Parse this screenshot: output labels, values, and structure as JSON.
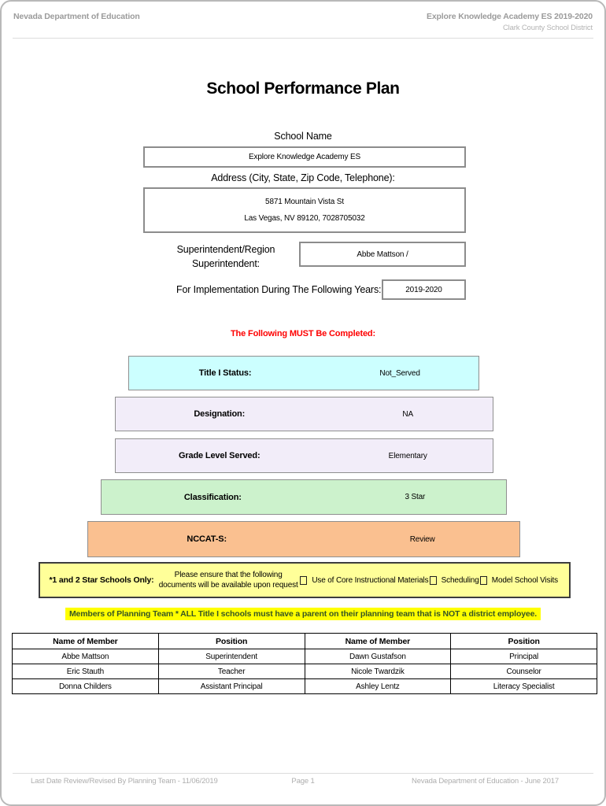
{
  "header": {
    "left": "Nevada Department of Education",
    "right_line1": "Explore Knowledge Academy ES  2019-2020",
    "right_line2": "Clark County School District"
  },
  "title": "School Performance Plan",
  "school_name": {
    "label": "School Name",
    "value": "Explore Knowledge Academy ES"
  },
  "address": {
    "label": "Address (City, State, Zip Code, Telephone):",
    "line1": "5871 Mountain Vista St",
    "line2": "Las Vegas, NV  89120, 7028705032"
  },
  "superintendent": {
    "label_line1": "Superintendent/Region",
    "label_line2": "Superintendent:",
    "value": "Abbe Mattson /"
  },
  "implementation": {
    "label": "For Implementation During The Following Years:",
    "value": "2019-2020"
  },
  "must_complete_notice": "The Following MUST Be Completed:",
  "status_rows": [
    {
      "label": "Title I Status:",
      "value": "Not_Served",
      "bg": "#ccffff"
    },
    {
      "label": "Designation:",
      "value": "NA",
      "bg": "#f2edf9"
    },
    {
      "label": "Grade Level Served:",
      "value": "Elementary",
      "bg": "#f2edf9"
    },
    {
      "label": "Classification:",
      "value": "3 Star",
      "bg": "#ccf2cc"
    },
    {
      "label": "NCCAT-S:",
      "value": "Review",
      "bg": "#fac090"
    }
  ],
  "star_schools": {
    "bg": "#ffff99",
    "label": "*1 and 2 Star Schools Only:",
    "note_line1": "Please ensure that the following",
    "note_line2": "documents will be available upon request",
    "checkboxes": [
      "Use of Core Instructional Materials",
      "Scheduling",
      "Model School Visits"
    ]
  },
  "planning_team_notice": {
    "text": "Members of Planning Team * ALL Title I schools must have a parent on their planning team that is NOT a district employee.",
    "highlight_bg": "#ffff00",
    "text_color": "#375623"
  },
  "members_table": {
    "headers": [
      "Name of Member",
      "Position",
      "Name of Member",
      "Position"
    ],
    "rows": [
      [
        "Abbe Mattson",
        "Superintendent",
        "Dawn Gustafson",
        "Principal"
      ],
      [
        "Eric Stauth",
        "Teacher",
        "Nicole Twardzik",
        "Counselor"
      ],
      [
        "Donna Childers",
        "Assistant Principal",
        "Ashley Lentz",
        "Literacy Specialist"
      ]
    ]
  },
  "footer": {
    "left": "Last Date Review/Revised By Planning Team - 11/06/2019",
    "center": "Page 1",
    "right": "Nevada Department of Education - June 2017"
  }
}
